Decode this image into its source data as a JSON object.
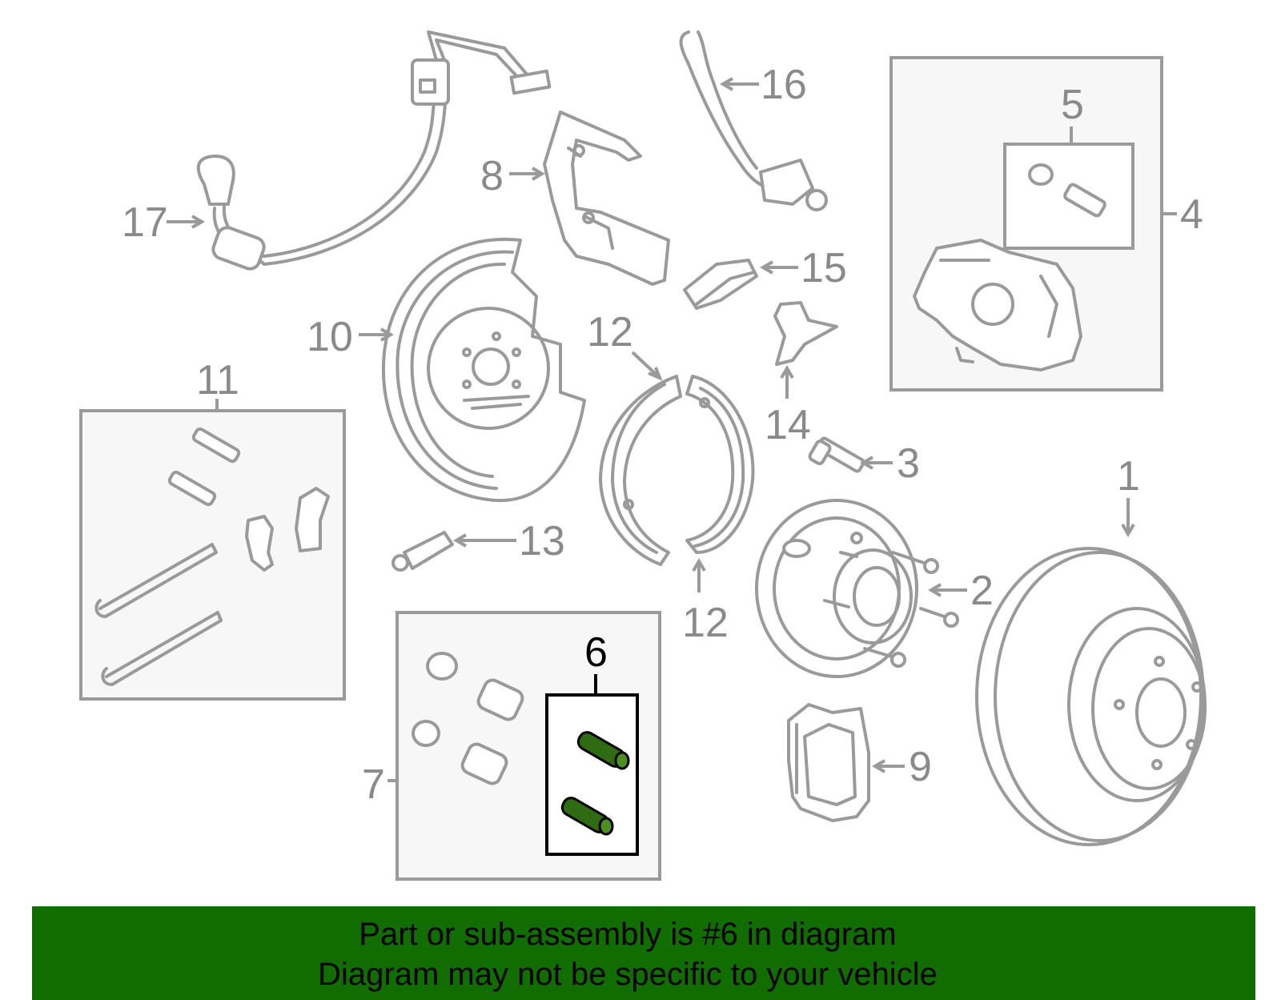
{
  "callouts": {
    "c1": "1",
    "c2": "2",
    "c3": "3",
    "c4": "4",
    "c5": "5",
    "c6": "6",
    "c7": "7",
    "c8": "8",
    "c9": "9",
    "c10": "10",
    "c11": "11",
    "c12a": "12",
    "c12b": "12",
    "c13": "13",
    "c14": "14",
    "c15": "15",
    "c16": "16",
    "c17": "17"
  },
  "highlighted_part": "6",
  "colors": {
    "highlight": "#2e6b12",
    "banner": "#116d00",
    "line": "#9a9a9a"
  },
  "banner": {
    "line1": "Part or sub-assembly is #6 in diagram",
    "line2": "Diagram may not be specific to your vehicle"
  }
}
